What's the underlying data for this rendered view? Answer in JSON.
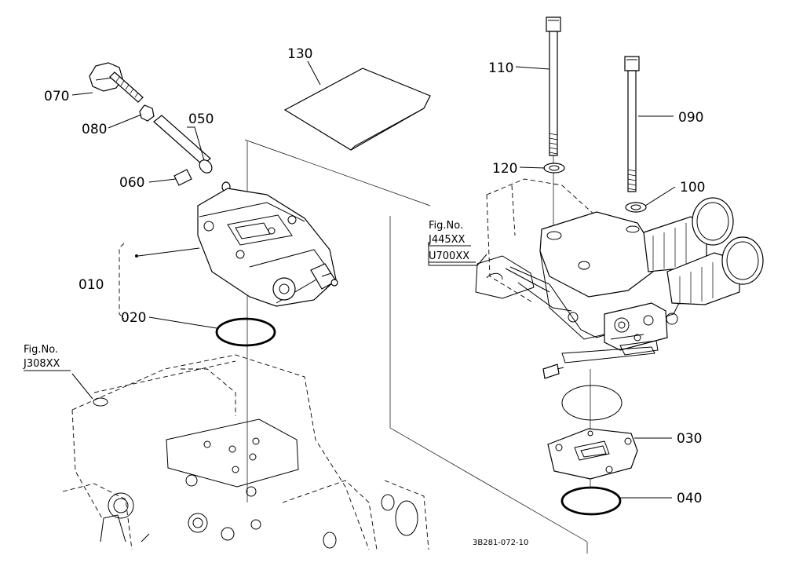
{
  "labels": {
    "p070": "070",
    "p080": "080",
    "p050": "050",
    "p060": "060",
    "p010": "010",
    "p020": "020",
    "p130": "130",
    "p110": "110",
    "p120": "120",
    "p090": "090",
    "p100": "100",
    "p030": "030",
    "p040": "040"
  },
  "figure_refs": {
    "fig_right_title": "Fig.No.",
    "fig_right_1": "J445XX",
    "fig_right_2": "U700XX",
    "fig_left_title": "Fig.No.",
    "fig_left_1": "J308XX"
  },
  "drawing_code": "3B281-072-10"
}
